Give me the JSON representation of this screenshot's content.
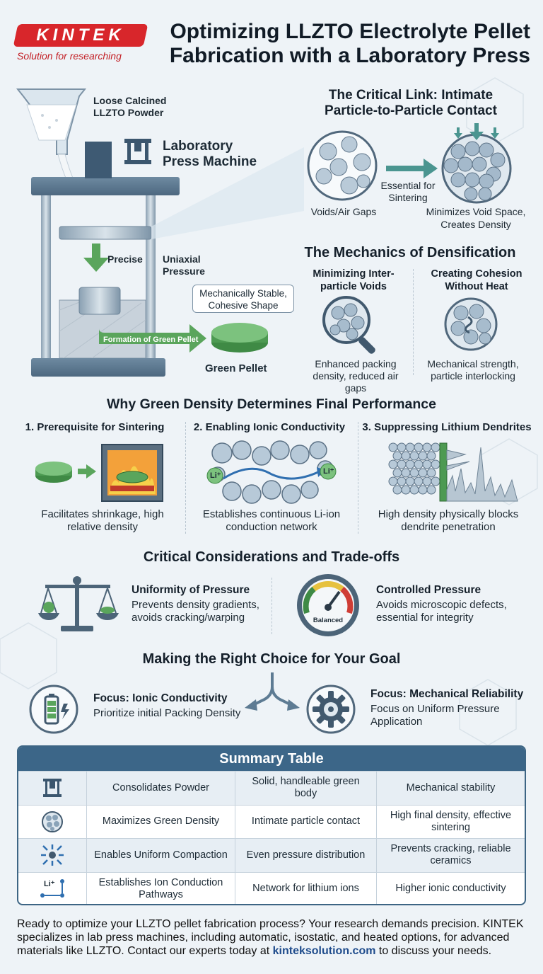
{
  "brand": {
    "name": "KINTEK",
    "tagline": "Solution for researching"
  },
  "title": "Optimizing LLZTO Electrolyte Pellet Fabrication with a Laboratory Press",
  "press": {
    "powder_label": "Loose Calcined LLZTO Powder",
    "machine_label": "Laboratory Press Machine",
    "precise": "Precise",
    "uniaxial": "Uniaxial Pressure",
    "formation": "Formation of Green Pellet",
    "callout": "Mechanically Stable, Cohesive Shape",
    "pellet_label": "Green Pellet"
  },
  "critical_link": {
    "title": "The Critical Link: Intimate Particle-to-Particle Contact",
    "left_label": "Voids/Air Gaps",
    "arrow_label": "Essential for Sintering",
    "right_label": "Minimizes Void Space, Creates Density"
  },
  "mechanics": {
    "title": "The Mechanics of Densification",
    "items": [
      {
        "title": "Minimizing Inter-particle Voids",
        "desc": "Enhanced packing density, reduced air gaps"
      },
      {
        "title": "Creating Cohesion Without Heat",
        "desc": "Mechanical strength, particle interlocking"
      }
    ]
  },
  "why": {
    "title": "Why Green Density Determines Final Performance",
    "items": [
      {
        "title": "1. Prerequisite for Sintering",
        "desc": "Facilitates shrinkage, high relative density"
      },
      {
        "title": "2. Enabling Ionic Conductivity",
        "desc": "Establishes continuous Li-ion conduction network",
        "ion": "Li⁺"
      },
      {
        "title": "3. Suppressing Lithium Dendrites",
        "desc": "High density physically blocks dendrite penetration"
      }
    ]
  },
  "considerations": {
    "title": "Critical Considerations and Trade-offs",
    "items": [
      {
        "title": "Uniformity of Pressure",
        "desc": "Prevents density gradients, avoids cracking/warping"
      },
      {
        "title": "Controlled Pressure",
        "desc": "Avoids microscopic defects, essential for integrity",
        "gauge_label": "Balanced"
      }
    ]
  },
  "choice": {
    "title": "Making the Right Choice for Your Goal",
    "items": [
      {
        "title": "Focus: Ionic Conductivity",
        "desc": "Prioritize initial Packing Density"
      },
      {
        "title": "Focus: Mechanical Reliability",
        "desc": "Focus on Uniform Pressure Application"
      }
    ]
  },
  "summary": {
    "title": "Summary Table",
    "rows": [
      {
        "action": "Consolidates Powder",
        "mechanism": "Solid, handleable green body",
        "benefit": "Mechanical stability"
      },
      {
        "action": "Maximizes Green Density",
        "mechanism": "Intimate particle contact",
        "benefit": "High final density, effective sintering"
      },
      {
        "action": "Enables Uniform Compaction",
        "mechanism": "Even pressure distribution",
        "benefit": "Prevents cracking, reliable ceramics"
      },
      {
        "action": "Establishes Ion Conduction Pathways",
        "mechanism": "Network for lithium ions",
        "benefit": "Higher ionic conductivity",
        "icon_text": "Li⁺"
      }
    ]
  },
  "footer": {
    "text_before": "Ready to optimize your LLZTO pellet fabrication process? Your research demands precision. KINTEK specializes in lab press machines, including automatic, isostatic, and heated options, for advanced materials like LLZTO. Contact our experts today at ",
    "link": "kinteksolution.com",
    "text_after": " to discuss your needs."
  },
  "colors": {
    "brand_red": "#d8262b",
    "green": "#5aa55c",
    "steel": "#5d7b93",
    "table_header": "#3c6688"
  }
}
